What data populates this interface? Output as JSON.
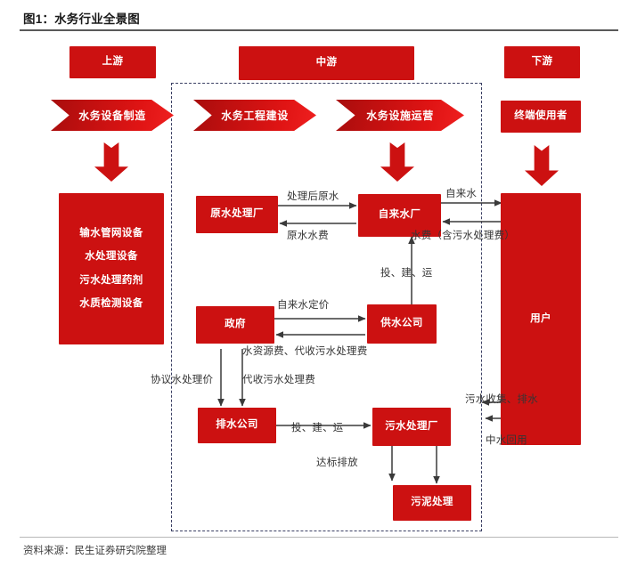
{
  "figure": {
    "title": "图1：水务行业全景图",
    "source": "资料来源：民生证券研究院整理"
  },
  "colors": {
    "box_red": "#cc1111",
    "chevron_red_dark": "#a80d0d",
    "chevron_red_light": "#ef2020",
    "dashed_border": "#3a3f63",
    "label_text": "#353535",
    "title_text": "#1a1a1a"
  },
  "tiers": {
    "upstream_label": "上游",
    "midstream_label": "中游",
    "downstream_label": "下游"
  },
  "banners": {
    "equipment_manufacturing": "水务设备制造",
    "engineering_construction": "水务工程建设",
    "facility_operation": "水务设施运营"
  },
  "upstream_products": {
    "items": [
      "输水管网设备",
      "水处理设备",
      "污水处理药剂",
      "水质检测设备"
    ]
  },
  "downstream": {
    "end_user_box": "终端使用者",
    "user_box": "用户"
  },
  "nodes": {
    "raw_water_plant": "原水处理厂",
    "tap_water_plant": "自来水厂",
    "government": "政府",
    "water_supply_company": "供水公司",
    "drainage_company": "排水公司",
    "sewage_treatment_plant": "污水处理厂",
    "sludge_treatment": "污泥处理"
  },
  "edges": {
    "treated_raw_water": "处理后原水",
    "raw_water_fee": "原水水费",
    "tap_water": "自来水",
    "water_fee_incl_sewage": "水费（含污水处理费）",
    "invest_build_operate_top": "投、建、运",
    "tap_water_pricing": "自来水定价",
    "water_resource_fee": "水资源费、代收污水处理费",
    "agreed_treatment_price": "协议水处理价",
    "collect_sewage_fee": "代收污水处理费",
    "invest_build_operate_mid": "投、建、运",
    "compliant_discharge": "达标排放",
    "sewage_collection_drainage": "污水收集、排水",
    "reclaimed_water_reuse": "中水回用"
  }
}
